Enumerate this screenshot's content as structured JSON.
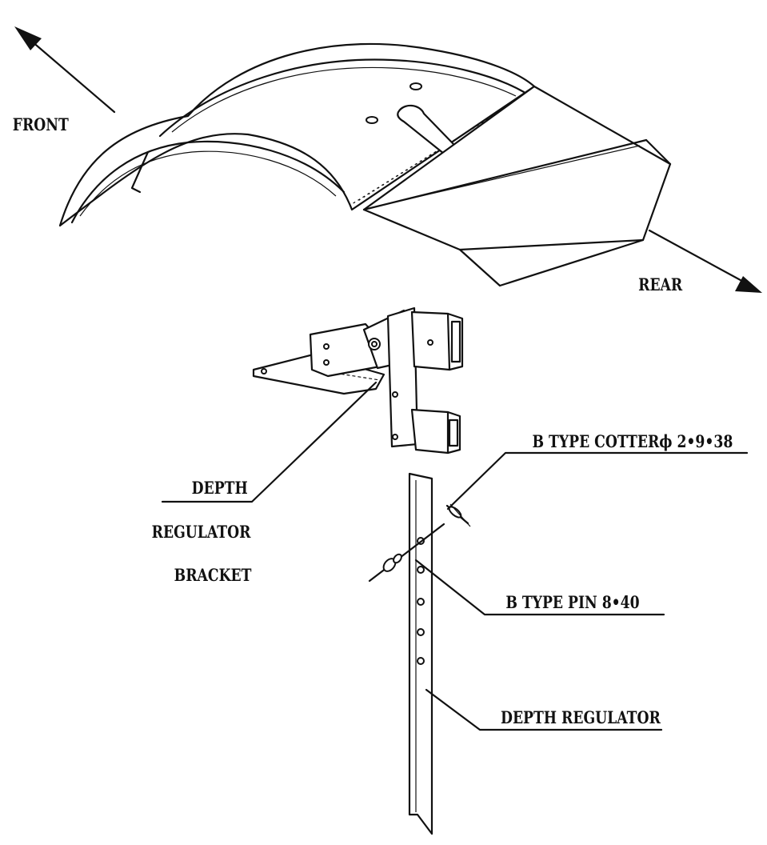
{
  "labels": {
    "front": "FRONT",
    "rear": "REAR",
    "bracket_line1": "DEPTH",
    "bracket_line2": "REGULATOR",
    "bracket_line3": "BRACKET",
    "cotter": "B TYPE COTTERϕ 2•9•38",
    "pin": "B TYPE PIN 8•40",
    "regulator": "DEPTH REGULATOR"
  },
  "colors": {
    "ink": "#111111",
    "paper": "#ffffff"
  }
}
